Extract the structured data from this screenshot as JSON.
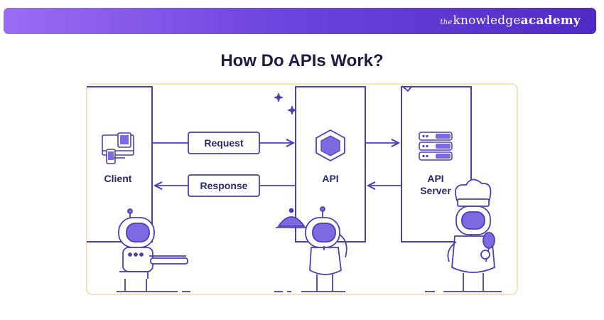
{
  "brand": {
    "prefix": "the",
    "name": "knowledge",
    "suffix": "academy"
  },
  "title": "How Do APIs Work?",
  "diagram": {
    "nodes": {
      "client": "Client",
      "api": "API",
      "server_line1": "API",
      "server_line2": "Server"
    },
    "edges": {
      "request": "Request",
      "response": "Response"
    }
  },
  "colors": {
    "banner_start": "#9b6cf4",
    "banner_end": "#4f2bc4",
    "stroke": "#4b3fb3",
    "label": "#2b2a6b",
    "frame": "#f3d9a6",
    "icon_fill": "#7d6ae0"
  },
  "icons": [
    "devices-icon",
    "hexagon-icon",
    "server-rack-icon",
    "sparkle-icon",
    "robot-icon",
    "chef-hat-icon",
    "serving-cloche-icon",
    "spatula-icon"
  ]
}
